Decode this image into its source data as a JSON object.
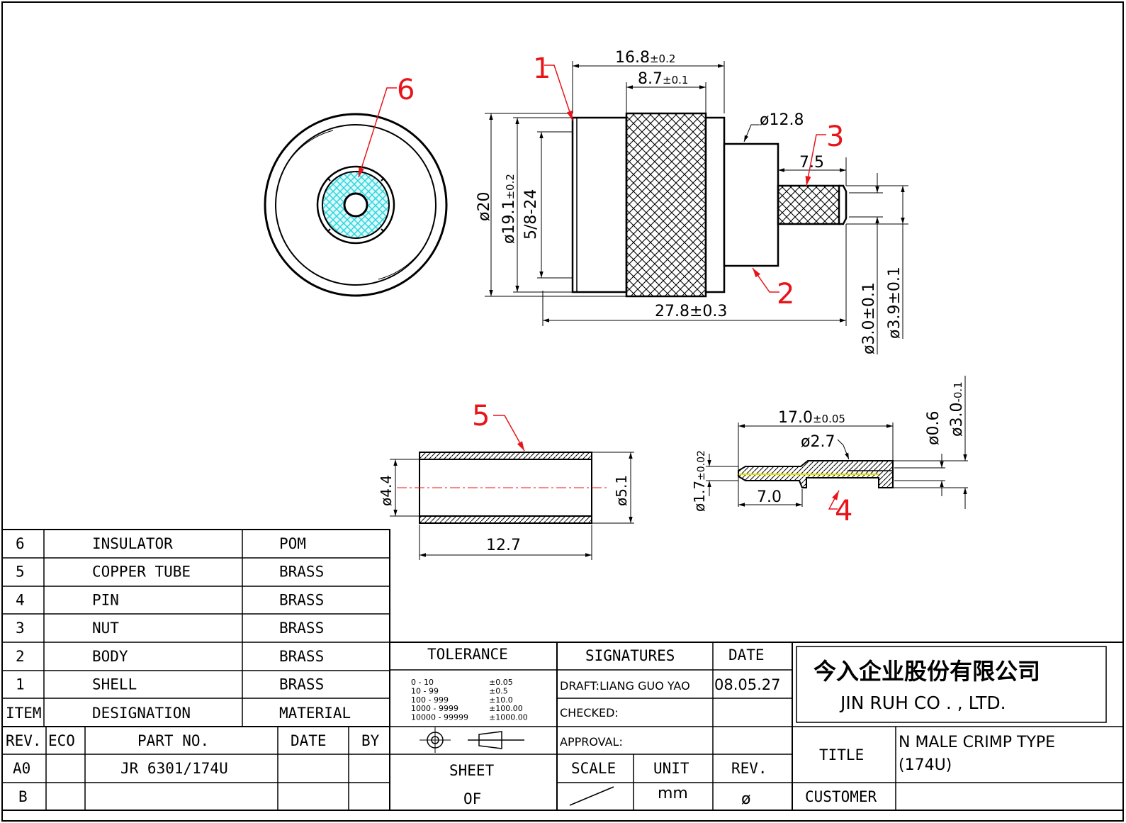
{
  "callouts": [
    "1",
    "2",
    "3",
    "4",
    "5",
    "6"
  ],
  "dims": {
    "len_16_8": "16.8",
    "tol_16_8": "±0.2",
    "len_8_7": "8.7",
    "tol_8_7": "±0.1",
    "dia_12_8": "ø12.8",
    "len_7_5": "7.5",
    "dia_20": "ø20",
    "dia_19_1": "ø19.1",
    "tol_19_1": "±0.2",
    "thread": "5/8-24",
    "len_27_8": "27.8±0.3",
    "dia_3_0": "ø3.0±0.1",
    "dia_3_9": "ø3.9±0.1",
    "dia_4_4": "ø4.4",
    "dia_5_1": "ø5.1",
    "len_12_7": "12.7",
    "len_17_0": "17.0",
    "tol_17_0": "±0.05",
    "dia_2_7": "ø2.7",
    "dia_0_6": "ø0.6",
    "dia_3_0b": "ø3.0",
    "tol_3_0b": "-0.1",
    "dia_1_7": "ø1.7",
    "tol_1_7": "±0.02",
    "len_7_0": "7.0"
  },
  "bom": {
    "rows": [
      {
        "item": "6",
        "designation": "INSULATOR",
        "material": "POM"
      },
      {
        "item": "5",
        "designation": "COPPER TUBE",
        "material": "BRASS"
      },
      {
        "item": "4",
        "designation": "PIN",
        "material": "BRASS"
      },
      {
        "item": "3",
        "designation": "NUT",
        "material": "BRASS"
      },
      {
        "item": "2",
        "designation": "BODY",
        "material": "BRASS"
      },
      {
        "item": "1",
        "designation": "SHELL",
        "material": "BRASS"
      }
    ],
    "header": {
      "item": "ITEM",
      "designation": "DESIGNATION",
      "material": "MATERIAL"
    }
  },
  "revision": {
    "header": {
      "rev": "REV.",
      "eco": "ECO",
      "part_no": "PART NO.",
      "date": "DATE",
      "by": "BY"
    },
    "rows": [
      {
        "rev": "A0",
        "part_no": "JR 6301/174U"
      },
      {
        "rev": "B",
        "part_no": ""
      }
    ]
  },
  "tolerance": {
    "title": "TOLERANCE",
    "rows": [
      {
        "range": "0  -  10",
        "tol": "±0.05"
      },
      {
        "range": "10  -  99",
        "tol": "±0.5"
      },
      {
        "range": "100  -  999",
        "tol": "±10.0"
      },
      {
        "range": "1000  -  9999",
        "tol": "±100.00"
      },
      {
        "range": "10000  -  99999",
        "tol": "±1000.00"
      }
    ],
    "sheet": "SHEET",
    "of": "OF"
  },
  "signatures": {
    "title": "SIGNATURES",
    "date_label": "DATE",
    "draft": "DRAFT:LIANG GUO YAO",
    "draft_date": "08.05.27",
    "checked": "CHECKED:",
    "approval": "APPROVAL:",
    "scale": "SCALE",
    "unit": "UNIT",
    "unit_value": "mm",
    "rev": "REV.",
    "rev_value": "ø"
  },
  "company": {
    "name_cn": "今入企业股份有限公司",
    "name_en": "JIN   RUH   CO . , LTD."
  },
  "title_block": {
    "title_label": "TITLE",
    "title_line1": "N  MALE  CRIMP  TYPE",
    "title_line2": "(174U)",
    "customer_label": "CUSTOMER"
  },
  "colors": {
    "callout": "#e8141a",
    "insulator_fill": "#2fe0e8",
    "center_line": "#e8141a",
    "pin_line": "#e8e000"
  }
}
